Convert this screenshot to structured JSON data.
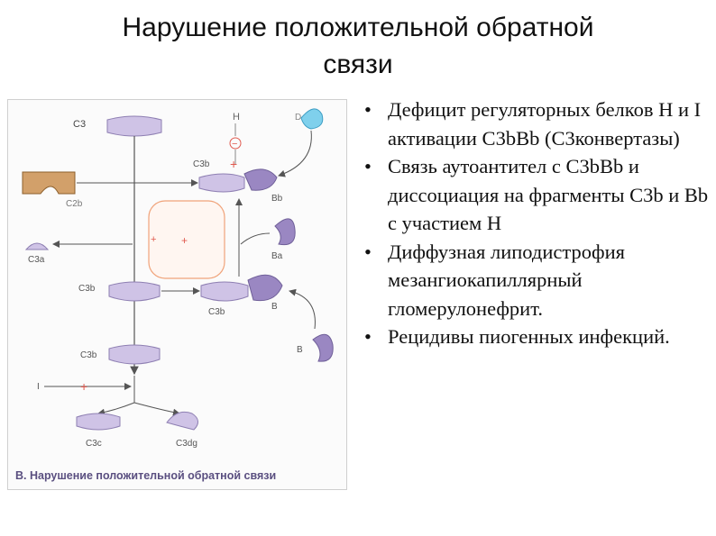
{
  "title": {
    "line1": "Нарушение положительной обратной",
    "line2": "связи"
  },
  "figure": {
    "labels": {
      "c3": "C3",
      "h": "H",
      "d": "D",
      "c3b_top": "C3b",
      "bb": "Bb",
      "c2b": "C2b",
      "c3a": "C3a",
      "ba": "Ba",
      "c3b_mid": "C3b",
      "c3b_amp": "C3b",
      "b_mid": "B",
      "b_low": "B",
      "c3b_low": "C3b",
      "i": "I",
      "c3c": "C3c",
      "c3dg": "C3dg",
      "plus_left": "+",
      "plus_right": "+",
      "plus_h": "+",
      "minus_h": "−",
      "plus_i": "+"
    },
    "caption": "В. Нарушение положительной обратной связи",
    "colors": {
      "fragment": "#cfc3e6",
      "fragment_stroke": "#8e7fb2",
      "bb_dark": "#9a87c2",
      "inhibitor_red": "#e05a4f",
      "loop_orange": "#f0a37a",
      "d_cyan": "#7fd0ec",
      "c2b_brown": "#d2a06a"
    }
  },
  "bullets": [
    "Дефицит регуляторных белков Н и I активации C3bBb (C3конвертазы)",
    "Связь аутоантител с C3bBb и диссоциация на фрагменты C3b и Bb с участием Н",
    "Диффузная липодистрофия мезангиокапиллярный гломерулонефрит.",
    "Рецидивы пиогенных инфекций."
  ]
}
